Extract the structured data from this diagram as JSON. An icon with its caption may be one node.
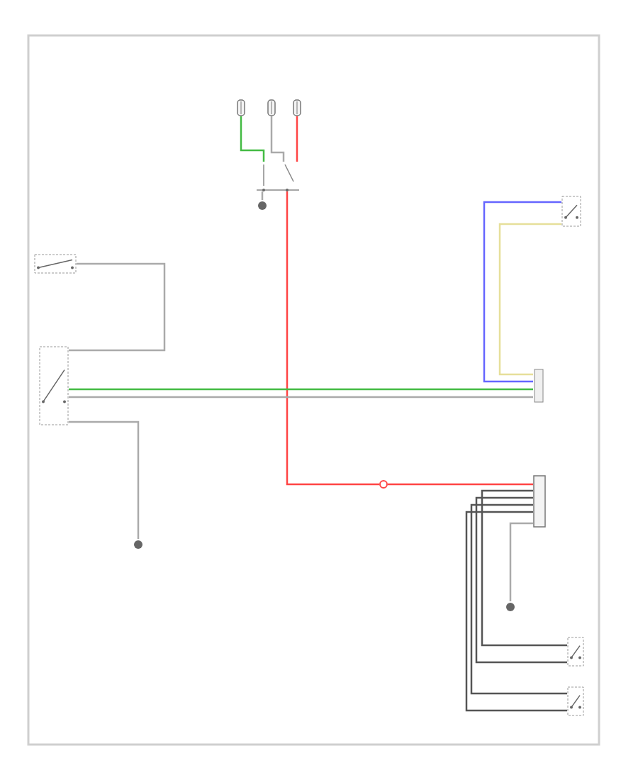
{
  "diagram": {
    "nodes": [
      {
        "text": [],
        "shape": "fuse"
      },
      {
        "text": [],
        "shape": "fuse"
      },
      {
        "text": [],
        "shape": "fuse"
      },
      {
        "text": [],
        "shape": "relay"
      },
      {
        "text": [],
        "shape": "ground"
      },
      {
        "text": [],
        "shape": "switch"
      },
      {
        "text": [],
        "shape": "switch"
      },
      {
        "text": [],
        "shape": "ground"
      },
      {
        "text": [],
        "shape": "switch"
      },
      {
        "text": [],
        "shape": "connector"
      },
      {
        "text": [],
        "shape": "box"
      },
      {
        "text": [],
        "shape": "circle"
      },
      {
        "text": [],
        "shape": "ground"
      },
      {
        "text": [],
        "shape": "switch"
      },
      {
        "text": [],
        "shape": "switch"
      }
    ],
    "edges": [
      {
        "from": 0,
        "to": 3,
        "arrow": "none",
        "color": "#44bb44"
      },
      {
        "from": 1,
        "to": 3,
        "arrow": "none"
      },
      {
        "from": 2,
        "to": 3,
        "arrow": "none",
        "color": "#ff4444"
      },
      {
        "from": 3,
        "to": 4,
        "arrow": "none"
      },
      {
        "from": 3,
        "to": 11,
        "arrow": "none",
        "color": "#ff4444"
      },
      {
        "from": 11,
        "to": 10,
        "arrow": "none",
        "color": "#ff4444"
      },
      {
        "from": 5,
        "to": 6,
        "arrow": "none"
      },
      {
        "from": 6,
        "to": 9,
        "arrow": "none",
        "color": "#44bb44"
      },
      {
        "from": 6,
        "to": 9,
        "arrow": "none"
      },
      {
        "from": 6,
        "to": 7,
        "arrow": "none"
      },
      {
        "from": 8,
        "to": 9,
        "arrow": "none",
        "color": "#6666ff"
      },
      {
        "from": 8,
        "to": 9,
        "arrow": "none",
        "color": "#e6df9a"
      },
      {
        "from": 10,
        "to": 12,
        "arrow": "none"
      },
      {
        "from": 10,
        "to": 13,
        "arrow": "none",
        "color": "#555555"
      },
      {
        "from": 10,
        "to": 13,
        "arrow": "none",
        "color": "#555555"
      },
      {
        "from": 10,
        "to": 14,
        "arrow": "none",
        "color": "#555555"
      },
      {
        "from": 10,
        "to": 14,
        "arrow": "none",
        "color": "#555555"
      }
    ]
  }
}
